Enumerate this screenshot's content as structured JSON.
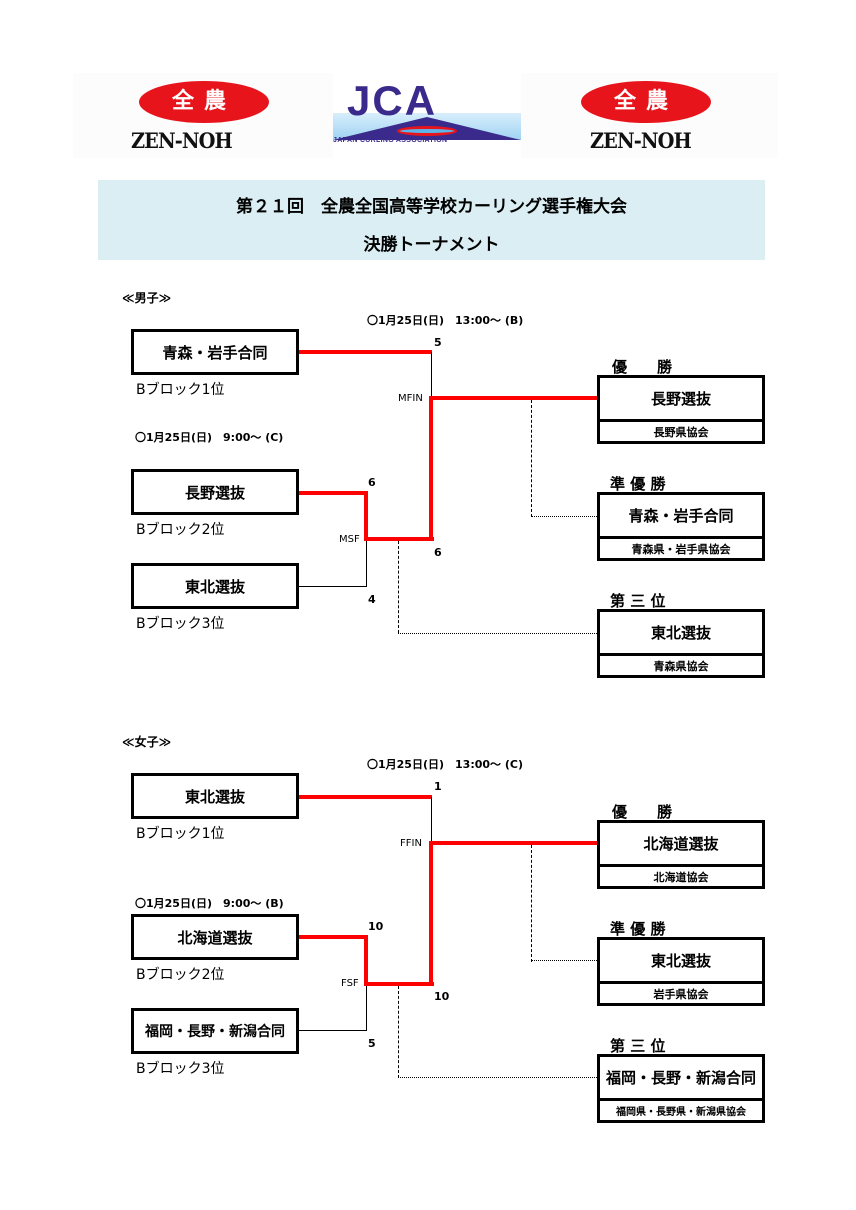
{
  "logos": {
    "left": {
      "kanji": "全農",
      "text": "ZEN-NOH"
    },
    "center": {
      "letters": "JCA",
      "caption": "JAPAN CURLING ASSOCIATION"
    },
    "right": {
      "kanji": "全農",
      "text": "ZEN-NOH"
    }
  },
  "header": {
    "title": "第２１回　全農全国高等学校カーリング選手権大会",
    "subtitle": "決勝トーナメント"
  },
  "colors": {
    "winner_line": "#ff0000",
    "title_band": "#daeef3"
  },
  "men": {
    "section_label": "≪男子≫",
    "final_schedule": "〇1月25日(日)　13:00～ (B)",
    "semi_schedule": "〇1月25日(日)　9:00～ (C)",
    "teams": [
      {
        "name": "青森・岩手合同",
        "block": "Bブロック1位"
      },
      {
        "name": "長野選抜",
        "block": "Bブロック2位"
      },
      {
        "name": "東北選抜",
        "block": "Bブロック3位"
      }
    ],
    "semi": {
      "code": "MSF",
      "score_top": "6",
      "score_bottom": "4"
    },
    "final": {
      "code": "MFIN",
      "score_top": "5",
      "score_bottom": "6"
    },
    "results": [
      {
        "rank": "優　　勝",
        "team": "長野選抜",
        "association": "長野県協会"
      },
      {
        "rank": "準 優 勝",
        "team": "青森・岩手合同",
        "association": "青森県・岩手県協会"
      },
      {
        "rank": "第 三 位",
        "team": "東北選抜",
        "association": "青森県協会"
      }
    ]
  },
  "women": {
    "section_label": "≪女子≫",
    "final_schedule": "〇1月25日(日)　13:00～ (C)",
    "semi_schedule": "〇1月25日(日)　9:00～ (B)",
    "teams": [
      {
        "name": "東北選抜",
        "block": "Bブロック1位"
      },
      {
        "name": "北海道選抜",
        "block": "Bブロック2位"
      },
      {
        "name": "福岡・長野・新潟合同",
        "block": "Bブロック3位"
      }
    ],
    "semi": {
      "code": "FSF",
      "score_top": "10",
      "score_bottom": "5"
    },
    "final": {
      "code": "FFIN",
      "score_top": "1",
      "score_bottom": "10"
    },
    "results": [
      {
        "rank": "優　　勝",
        "team": "北海道選抜",
        "association": "北海道協会"
      },
      {
        "rank": "準 優 勝",
        "team": "東北選抜",
        "association": "岩手県協会"
      },
      {
        "rank": "第 三 位",
        "team": "福岡・長野・新潟合同",
        "association": "福岡県・長野県・新潟県協会"
      }
    ]
  }
}
